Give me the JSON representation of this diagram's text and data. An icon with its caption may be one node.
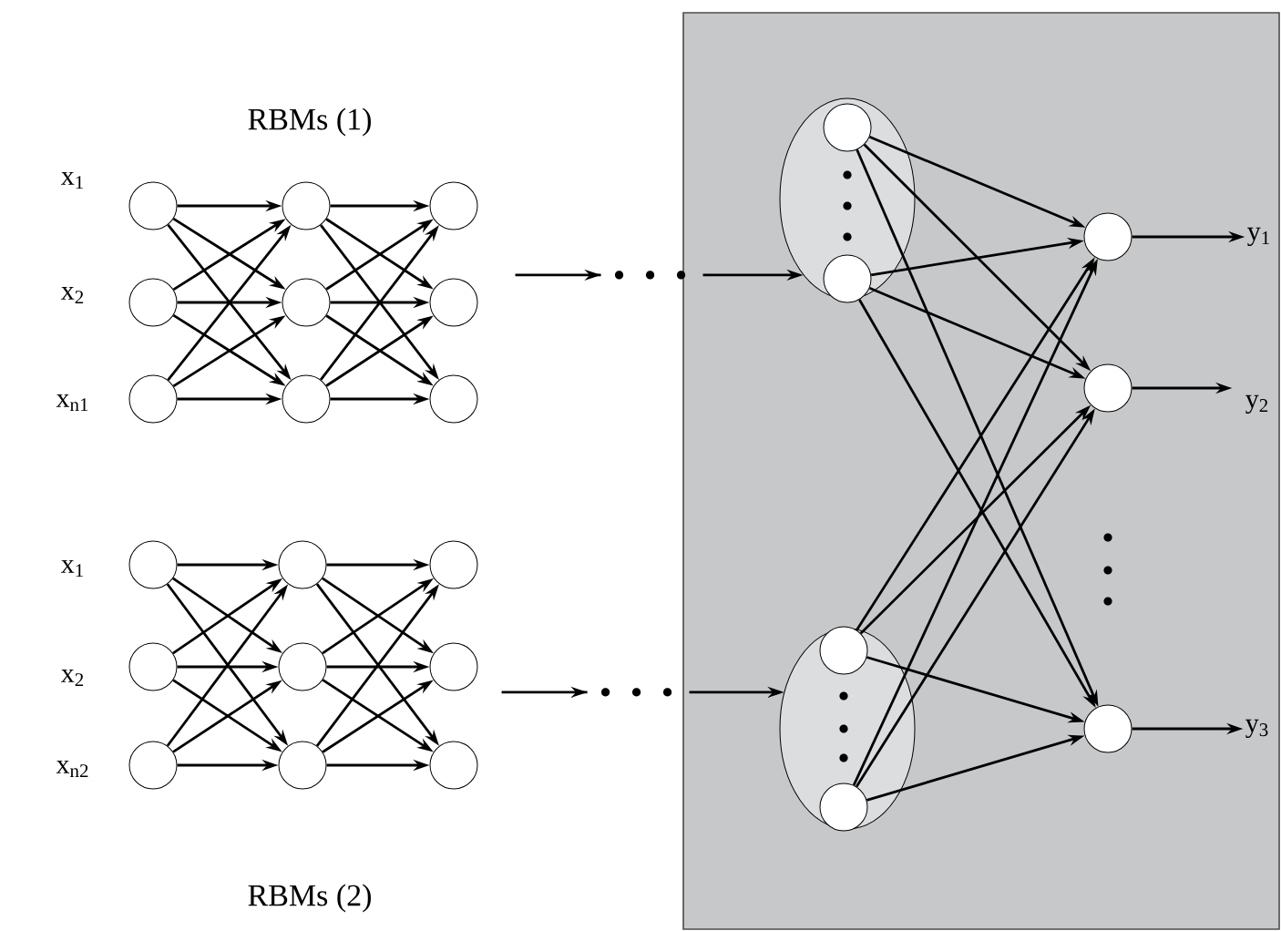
{
  "diagram": {
    "nodes": [
      {
        "text": [],
        "shape": "circle",
        "beside": [
          "x$_{1}$"
        ]
      },
      {
        "text": [],
        "shape": "circle",
        "beside": [
          "x$_{2}$"
        ]
      },
      {
        "text": [],
        "shape": "circle",
        "beside": [
          "x$_{n1}$"
        ]
      },
      {
        "text": [],
        "shape": "circle"
      },
      {
        "text": [],
        "shape": "circle"
      },
      {
        "text": [],
        "shape": "circle"
      },
      {
        "text": [],
        "shape": "circle"
      },
      {
        "text": [],
        "shape": "circle"
      },
      {
        "text": [],
        "shape": "circle"
      },
      {
        "text": [],
        "shape": "circle",
        "beside": [
          "x$_{1}$"
        ]
      },
      {
        "text": [],
        "shape": "circle",
        "beside": [
          "x$_{2}$"
        ]
      },
      {
        "text": [],
        "shape": "circle",
        "beside": [
          "x$_{n2}$"
        ]
      },
      {
        "text": [],
        "shape": "circle"
      },
      {
        "text": [],
        "shape": "circle"
      },
      {
        "text": [],
        "shape": "circle"
      },
      {
        "text": [],
        "shape": "circle"
      },
      {
        "text": [],
        "shape": "circle"
      },
      {
        "text": [],
        "shape": "circle"
      },
      {
        "text": [],
        "shape": "box"
      },
      {
        "text": [],
        "shape": "ellipse",
        "in": 18
      },
      {
        "text": [],
        "shape": "circle",
        "in": 19
      },
      {
        "text": [],
        "shape": "circle",
        "in": 19
      },
      {
        "text": [],
        "shape": "ellipse",
        "in": 18
      },
      {
        "text": [],
        "shape": "circle",
        "in": 22
      },
      {
        "text": [],
        "shape": "circle",
        "in": 22
      },
      {
        "text": [],
        "shape": "circle",
        "in": 18
      },
      {
        "text": [],
        "shape": "circle",
        "in": 18
      },
      {
        "text": [],
        "shape": "circle",
        "in": 18
      },
      {
        "text": [
          "y$_{1}$"
        ],
        "in": 18
      },
      {
        "text": [
          "y$_{2}$"
        ],
        "in": 18
      },
      {
        "text": [
          "y$_{3}$"
        ],
        "in": 18
      }
    ],
    "edges": [
      {
        "from": 0,
        "to": 3,
        "arrow": "to"
      },
      {
        "from": 0,
        "to": 4,
        "arrow": "to"
      },
      {
        "from": 0,
        "to": 5,
        "arrow": "to"
      },
      {
        "from": 1,
        "to": 3,
        "arrow": "to"
      },
      {
        "from": 1,
        "to": 4,
        "arrow": "to"
      },
      {
        "from": 1,
        "to": 5,
        "arrow": "to"
      },
      {
        "from": 2,
        "to": 3,
        "arrow": "to"
      },
      {
        "from": 2,
        "to": 4,
        "arrow": "to"
      },
      {
        "from": 2,
        "to": 5,
        "arrow": "to"
      },
      {
        "from": 3,
        "to": 6,
        "arrow": "to"
      },
      {
        "from": 3,
        "to": 7,
        "arrow": "to"
      },
      {
        "from": 3,
        "to": 8,
        "arrow": "to"
      },
      {
        "from": 4,
        "to": 6,
        "arrow": "to"
      },
      {
        "from": 4,
        "to": 7,
        "arrow": "to"
      },
      {
        "from": 4,
        "to": 8,
        "arrow": "to"
      },
      {
        "from": 5,
        "to": 6,
        "arrow": "to"
      },
      {
        "from": 5,
        "to": 7,
        "arrow": "to"
      },
      {
        "from": 5,
        "to": 8,
        "arrow": "to"
      },
      {
        "from": 9,
        "to": 12,
        "arrow": "to"
      },
      {
        "from": 9,
        "to": 13,
        "arrow": "to"
      },
      {
        "from": 9,
        "to": 14,
        "arrow": "to"
      },
      {
        "from": 10,
        "to": 12,
        "arrow": "to"
      },
      {
        "from": 10,
        "to": 13,
        "arrow": "to"
      },
      {
        "from": 10,
        "to": 14,
        "arrow": "to"
      },
      {
        "from": 11,
        "to": 12,
        "arrow": "to"
      },
      {
        "from": 11,
        "to": 13,
        "arrow": "to"
      },
      {
        "from": 11,
        "to": 14,
        "arrow": "to"
      },
      {
        "from": 12,
        "to": 15,
        "arrow": "to"
      },
      {
        "from": 12,
        "to": 16,
        "arrow": "to"
      },
      {
        "from": 12,
        "to": 17,
        "arrow": "to"
      },
      {
        "from": 13,
        "to": 15,
        "arrow": "to"
      },
      {
        "from": 13,
        "to": 16,
        "arrow": "to"
      },
      {
        "from": 13,
        "to": 17,
        "arrow": "to"
      },
      {
        "from": 14,
        "to": 15,
        "arrow": "to"
      },
      {
        "from": 14,
        "to": 16,
        "arrow": "to"
      },
      {
        "from": 14,
        "to": 17,
        "arrow": "to"
      },
      {
        "from": null,
        "to": 19,
        "arrow": "to",
        "style": "dashed"
      },
      {
        "from": null,
        "to": 22,
        "arrow": "to",
        "style": "dashed"
      },
      {
        "from": 20,
        "to": 25,
        "arrow": "to"
      },
      {
        "from": 20,
        "to": 26,
        "arrow": "to"
      },
      {
        "from": 20,
        "to": 27,
        "arrow": "to"
      },
      {
        "from": 21,
        "to": 25,
        "arrow": "to"
      },
      {
        "from": 21,
        "to": 26,
        "arrow": "to"
      },
      {
        "from": 21,
        "to": 27,
        "arrow": "to"
      },
      {
        "from": 23,
        "to": 25,
        "arrow": "to"
      },
      {
        "from": 23,
        "to": 26,
        "arrow": "to"
      },
      {
        "from": 23,
        "to": 27,
        "arrow": "to"
      },
      {
        "from": 24,
        "to": 25,
        "arrow": "to"
      },
      {
        "from": 24,
        "to": 26,
        "arrow": "to"
      },
      {
        "from": 24,
        "to": 27,
        "arrow": "to"
      },
      {
        "from": 25,
        "to": 28,
        "arrow": "to"
      },
      {
        "from": 26,
        "to": 29,
        "arrow": "to"
      },
      {
        "from": 27,
        "to": 30,
        "arrow": "to"
      }
    ],
    "labels": [
      "RBMs (1)",
      "RBMs (2)"
    ]
  }
}
